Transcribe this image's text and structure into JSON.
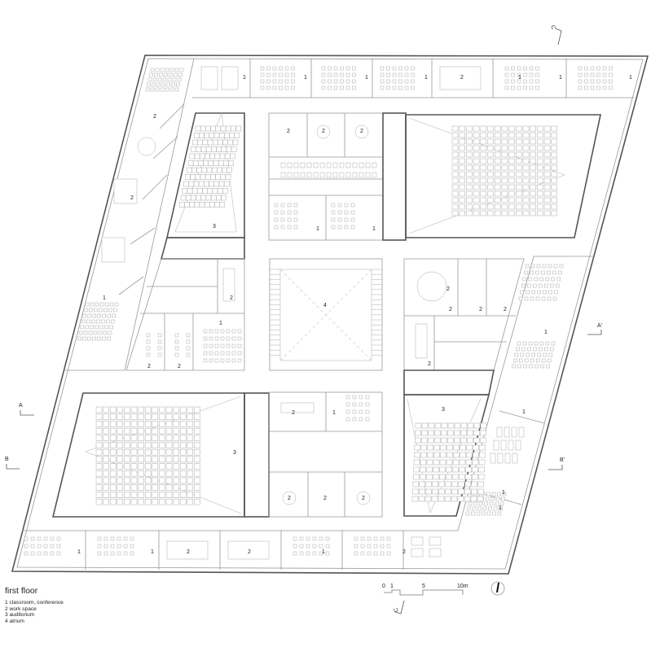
{
  "plan": {
    "room_labels": [
      "1",
      "1",
      "1",
      "1",
      "2",
      "1",
      "1",
      "1",
      "2",
      "2",
      "1",
      "3",
      "2",
      "2",
      "2",
      "1",
      "1",
      "2",
      "1",
      "2",
      "2",
      "2",
      "4",
      "2",
      "2",
      "2",
      "2",
      "3",
      "2",
      "1",
      "2",
      "2",
      "2",
      "3",
      "1",
      "1",
      "1",
      "1",
      "1",
      "2",
      "2",
      "1",
      "1",
      "2"
    ],
    "section_markers": {
      "a_left": "A",
      "a_right": "A'",
      "b_left": "B",
      "b_right": "B'",
      "c_top": "C",
      "c_bottom": "C"
    },
    "north_arrow_icon": "north-arrow-icon"
  },
  "scale_bar": {
    "ticks": [
      "0",
      "1",
      "5",
      "10m"
    ]
  },
  "legend": {
    "title": "first floor",
    "items": [
      "1 classroom, conference",
      "2 work space",
      "3 auditorium",
      "4 atrium"
    ]
  }
}
